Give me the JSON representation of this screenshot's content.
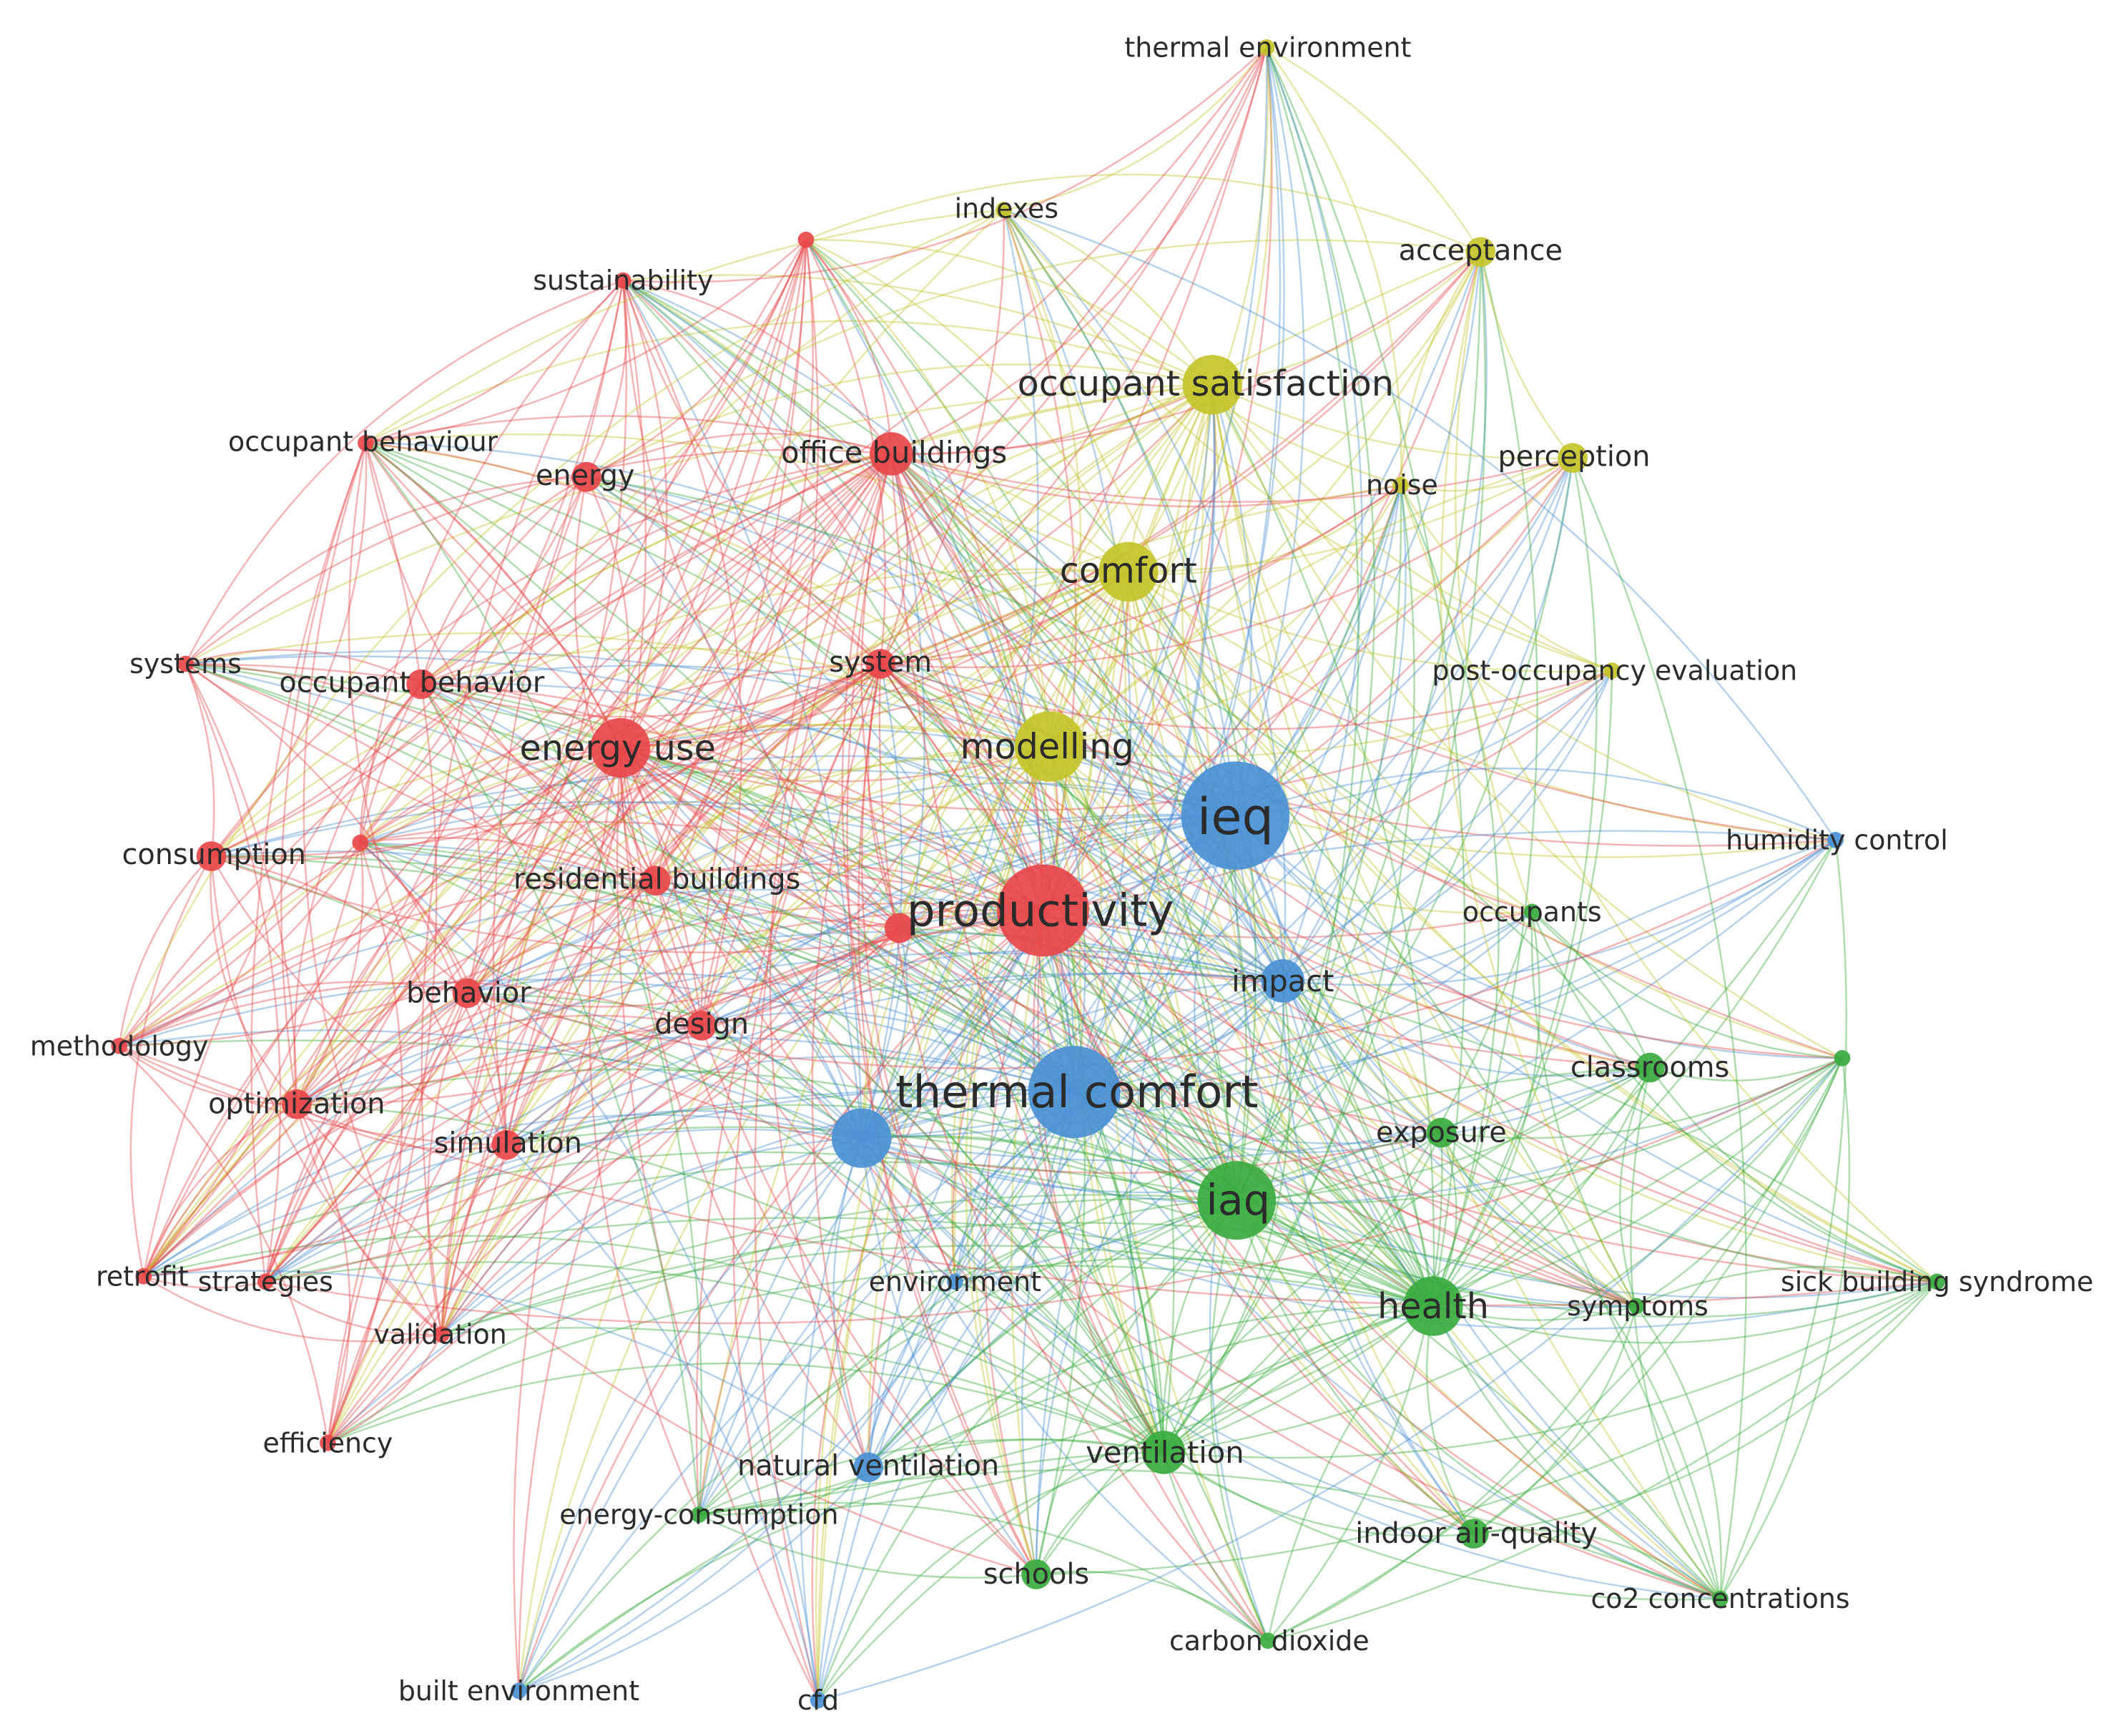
{
  "clusters": {
    "red": "#e8474a",
    "green": "#3aab3f",
    "blue": "#4a90d4",
    "yellow": "#c4c42a"
  },
  "nodes": [
    {
      "id": "thermal_environment",
      "label": "thermal environment",
      "cluster": "yellow",
      "weight": 1
    },
    {
      "id": "indexes",
      "label": "indexes",
      "cluster": "yellow",
      "weight": 1
    },
    {
      "id": "acceptance",
      "label": "acceptance",
      "cluster": "yellow",
      "weight": 2
    },
    {
      "id": "occupant_satisfaction",
      "label": "occupant satisfaction",
      "cluster": "yellow",
      "weight": 4
    },
    {
      "id": "perception",
      "label": "perception",
      "cluster": "yellow",
      "weight": 2
    },
    {
      "id": "noise",
      "label": "noise",
      "cluster": "yellow",
      "weight": 1
    },
    {
      "id": "comfort",
      "label": "comfort",
      "cluster": "yellow",
      "weight": 4
    },
    {
      "id": "post_occupancy",
      "label": "post-occupancy evaluation",
      "cluster": "yellow",
      "weight": 1
    },
    {
      "id": "modelling",
      "label": "modelling",
      "cluster": "yellow",
      "weight": 5
    },
    {
      "id": "unlabeled_red_top",
      "label": "",
      "cluster": "red",
      "weight": 1
    },
    {
      "id": "sustainability",
      "label": "sustainability",
      "cluster": "red",
      "weight": 1
    },
    {
      "id": "occupant_behaviour",
      "label": "occupant behaviour",
      "cluster": "red",
      "weight": 1
    },
    {
      "id": "energy",
      "label": "energy",
      "cluster": "red",
      "weight": 2
    },
    {
      "id": "office_buildings",
      "label": "office buildings",
      "cluster": "red",
      "weight": 3
    },
    {
      "id": "systems",
      "label": "systems",
      "cluster": "red",
      "weight": 1
    },
    {
      "id": "occupant_behavior",
      "label": "occupant behavior",
      "cluster": "red",
      "weight": 2
    },
    {
      "id": "system",
      "label": "system",
      "cluster": "red",
      "weight": 2
    },
    {
      "id": "energy_use",
      "label": "energy use",
      "cluster": "red",
      "weight": 4
    },
    {
      "id": "consumption",
      "label": "consumption",
      "cluster": "red",
      "weight": 2
    },
    {
      "id": "unlabeled_red_mid",
      "label": "",
      "cluster": "red",
      "weight": 1
    },
    {
      "id": "residential_buildings",
      "label": "residential buildings",
      "cluster": "red",
      "weight": 2
    },
    {
      "id": "unlabeled_red_center",
      "label": "",
      "cluster": "red",
      "weight": 2
    },
    {
      "id": "productivity",
      "label": "productivity",
      "cluster": "red",
      "weight": 7
    },
    {
      "id": "behavior",
      "label": "behavior",
      "cluster": "red",
      "weight": 2
    },
    {
      "id": "design",
      "label": "design",
      "cluster": "red",
      "weight": 2
    },
    {
      "id": "methodology",
      "label": "methodology",
      "cluster": "red",
      "weight": 1
    },
    {
      "id": "optimization",
      "label": "optimization",
      "cluster": "red",
      "weight": 2
    },
    {
      "id": "simulation",
      "label": "simulation",
      "cluster": "red",
      "weight": 2
    },
    {
      "id": "retrofit",
      "label": "retrofit",
      "cluster": "red",
      "weight": 1
    },
    {
      "id": "strategies",
      "label": "strategies",
      "cluster": "red",
      "weight": 1
    },
    {
      "id": "validation",
      "label": "validation",
      "cluster": "red",
      "weight": 1
    },
    {
      "id": "efficiency",
      "label": "efficiency",
      "cluster": "red",
      "weight": 1
    },
    {
      "id": "ieq",
      "label": "ieq",
      "cluster": "blue",
      "weight": 8
    },
    {
      "id": "humidity_control",
      "label": "humidity control",
      "cluster": "blue",
      "weight": 1
    },
    {
      "id": "impact",
      "label": "impact",
      "cluster": "blue",
      "weight": 3
    },
    {
      "id": "thermal_comfort",
      "label": "thermal comfort",
      "cluster": "blue",
      "weight": 7
    },
    {
      "id": "unlabeled_blue",
      "label": "",
      "cluster": "blue",
      "weight": 4
    },
    {
      "id": "environment",
      "label": "environment",
      "cluster": "blue",
      "weight": 1
    },
    {
      "id": "natural_ventilation",
      "label": "natural ventilation",
      "cluster": "blue",
      "weight": 2
    },
    {
      "id": "built_environment",
      "label": "built environment",
      "cluster": "blue",
      "weight": 1
    },
    {
      "id": "cfd",
      "label": "cfd",
      "cluster": "blue",
      "weight": 1
    },
    {
      "id": "occupants",
      "label": "occupants",
      "cluster": "green",
      "weight": 1
    },
    {
      "id": "unlabeled_green",
      "label": "",
      "cluster": "green",
      "weight": 1
    },
    {
      "id": "classrooms",
      "label": "classrooms",
      "cluster": "green",
      "weight": 2
    },
    {
      "id": "exposure",
      "label": "exposure",
      "cluster": "green",
      "weight": 2
    },
    {
      "id": "iaq",
      "label": "iaq",
      "cluster": "green",
      "weight": 6
    },
    {
      "id": "health",
      "label": "health",
      "cluster": "green",
      "weight": 4
    },
    {
      "id": "symptoms",
      "label": "symptoms",
      "cluster": "green",
      "weight": 1
    },
    {
      "id": "sick_building_syndrome",
      "label": "sick building syndrome",
      "cluster": "green",
      "weight": 1
    },
    {
      "id": "ventilation",
      "label": "ventilation",
      "cluster": "green",
      "weight": 3
    },
    {
      "id": "energy_consumption",
      "label": "energy-consumption",
      "cluster": "green",
      "weight": 1
    },
    {
      "id": "indoor_air_quality",
      "label": "indoor air-quality",
      "cluster": "green",
      "weight": 2
    },
    {
      "id": "schools",
      "label": "schools",
      "cluster": "green",
      "weight": 2
    },
    {
      "id": "co2_concentrations",
      "label": "co2 concentrations",
      "cluster": "green",
      "weight": 1
    },
    {
      "id": "carbon_dioxide",
      "label": "carbon dioxide",
      "cluster": "green",
      "weight": 1
    }
  ]
}
